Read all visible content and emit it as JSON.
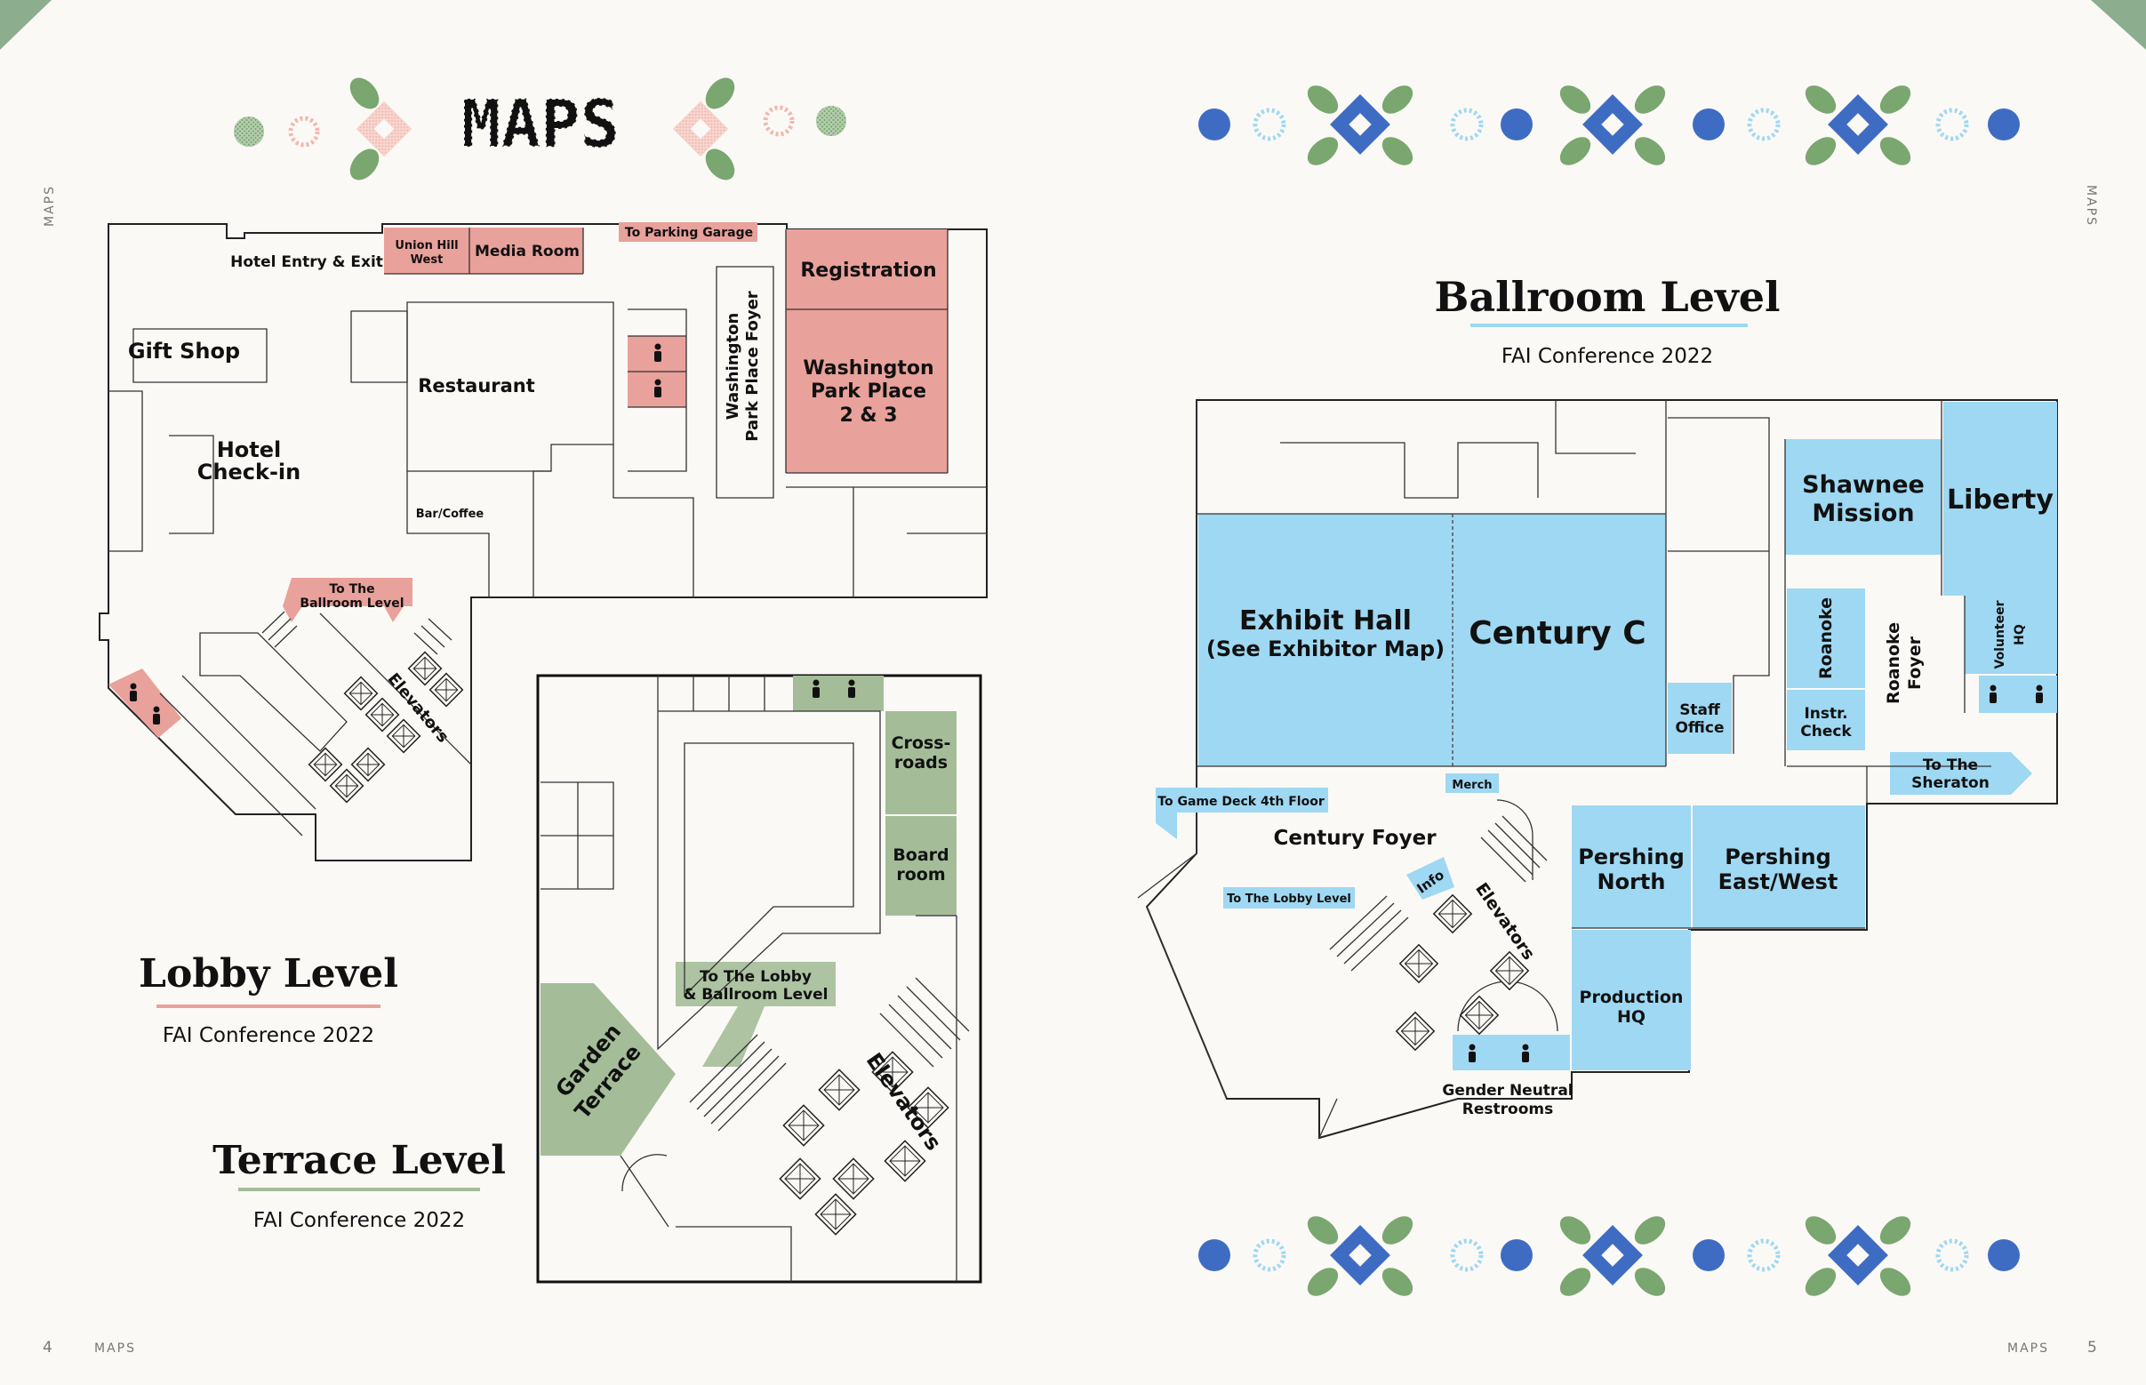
{
  "header": {
    "title": "MAPS"
  },
  "colors": {
    "lobby": "#e9a19b",
    "terrace": "#a4bd98",
    "ballroom": "#9fd8f2",
    "ink": "#111111",
    "paper": "#fbf9f6",
    "corner": "#8dae8e",
    "stitch_blue": "#3f6cc3",
    "stitch_green": "#7aa66f",
    "stitch_pink": "#f1b8ad"
  },
  "left_page": {
    "side_label": "MAPS",
    "footer": {
      "page_number": "4",
      "section": "MAPS"
    },
    "lobby": {
      "title": "Lobby Level",
      "subtitle": "FAI Conference 2022",
      "rooms": {
        "gift_shop": "Gift Shop",
        "hotel_entry": "Hotel Entry & Exit",
        "union_hill_1": "Union Hill",
        "union_hill_2": "West",
        "media_room": "Media Room",
        "parking": "To Parking Garage",
        "registration": "Registration",
        "wpp_1": "Washington",
        "wpp_2": "Park Place",
        "wpp_3": "2 & 3",
        "foyer_1": "Washington",
        "foyer_2": "Park Place Foyer",
        "restaurant": "Restaurant",
        "checkin_1": "Hotel",
        "checkin_2": "Check-in",
        "bar": "Bar/Coffee",
        "to_ballroom_1": "To The",
        "to_ballroom_2": "Ballroom Level",
        "elevators": "Elevators"
      }
    },
    "terrace": {
      "title": "Terrace Level",
      "subtitle": "FAI Conference 2022",
      "rooms": {
        "crossroads_1": "Cross-",
        "crossroads_2": "roads",
        "boardroom_1": "Board",
        "boardroom_2": "room",
        "to_lobby_1": "To The Lobby",
        "to_lobby_2": "& Ballroom Level",
        "garden_1": "Garden",
        "garden_2": "Terrace",
        "elevators": "Elevators"
      }
    }
  },
  "right_page": {
    "side_label": "MAPS",
    "footer": {
      "page_number": "5",
      "section": "MAPS"
    },
    "ballroom": {
      "title": "Ballroom Level",
      "subtitle": "FAI Conference 2022",
      "rooms": {
        "shawnee_1": "Shawnee",
        "shawnee_2": "Mission",
        "liberty": "Liberty",
        "exhibit_1": "Exhibit Hall",
        "exhibit_2": "(See Exhibitor Map)",
        "century_c": "Century C",
        "roanoke": "Roanoke",
        "roanoke_foyer_1": "Roanoke",
        "roanoke_foyer_2": "Foyer",
        "volunteer_1": "Volunteer",
        "volunteer_2": "HQ",
        "staff_1": "Staff",
        "staff_2": "Office",
        "instr_1": "Instr.",
        "instr_2": "Check",
        "merch": "Merch",
        "sheraton_1": "To The",
        "sheraton_2": "Sheraton",
        "game_deck": "To Game Deck 4th Floor",
        "century_foyer": "Century Foyer",
        "to_lobby": "To The Lobby Level",
        "info": "Info",
        "elevators": "Elevators",
        "pershing_north_1": "Pershing",
        "pershing_north_2": "North",
        "pershing_ew_1": "Pershing",
        "pershing_ew_2": "East/West",
        "production_1": "Production",
        "production_2": "HQ",
        "restrooms_1": "Gender Neutral",
        "restrooms_2": "Restrooms"
      }
    }
  }
}
